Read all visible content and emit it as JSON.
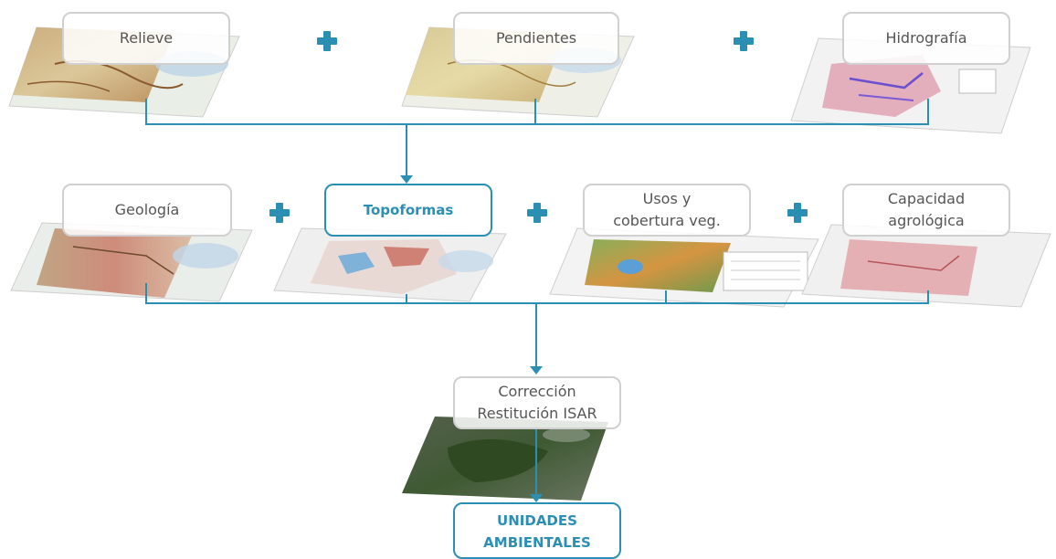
{
  "colors": {
    "accent": "#2b8fb4",
    "box_border": "#d0d0d0",
    "text": "#555555"
  },
  "row1": {
    "relieve": "Relieve",
    "pendientes": "Pendientes",
    "hidrografia": "Hidrografía"
  },
  "row2": {
    "geologia": "Geología",
    "topoformas": "Topoformas",
    "usos_line1": "Usos y",
    "usos_line2": "cobertura veg.",
    "capacidad_line1": "Capacidad",
    "capacidad_line2": "agrológica"
  },
  "row3": {
    "correccion_line1": "Corrección",
    "correccion_line2": "Restitución ISAR"
  },
  "result": {
    "line1": "UNIDADES",
    "line2": "AMBIENTALES"
  },
  "icons": [
    "plus-icon",
    "arrow-down-icon"
  ]
}
